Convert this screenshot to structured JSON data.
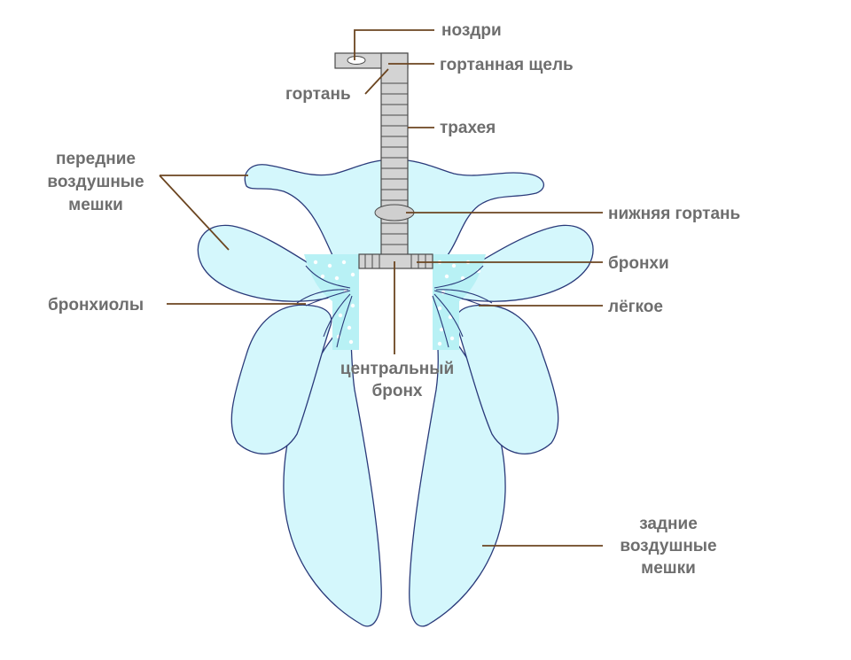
{
  "labels": {
    "nostrils": "ноздри",
    "glottis": "гортанная щель",
    "larynx": "гортань",
    "trachea": "трахея",
    "anterior_sacs": [
      "передние",
      "воздушные",
      "мешки"
    ],
    "syrinx": "нижняя гортань",
    "bronchi": "бронхи",
    "bronchioles": "бронхиолы",
    "lung": "лёгкое",
    "central_bronchus": [
      "центральный",
      "бронх"
    ],
    "posterior_sacs": [
      "задние",
      "воздушные",
      "мешки"
    ]
  },
  "colors": {
    "air_sac": "#d4f7fc",
    "lung": "#b8f1f5",
    "airway": "#d3d3d3",
    "outline": "#2a3a7a",
    "leader": "#6b4520",
    "label": "#6e6e6e"
  }
}
